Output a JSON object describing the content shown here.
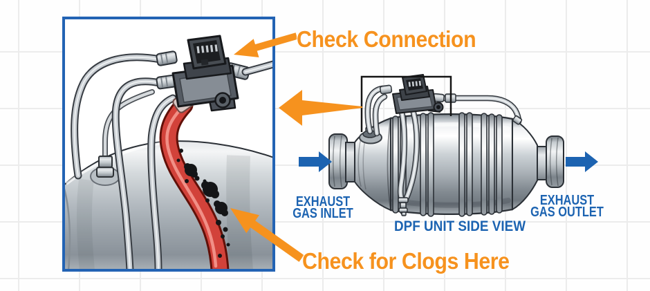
{
  "colors": {
    "orange": "#F6921E",
    "blue": "#1C63B1",
    "inset_border": "#2363B4",
    "grid_line": "#ECECEC",
    "background": "#FEFEFE"
  },
  "callouts": {
    "check_connection": "Check Connection",
    "check_for_clogs": "Check for Clogs Here"
  },
  "flow_labels": {
    "inlet": {
      "line1": "EXHAUST",
      "line2": "GAS INLET"
    },
    "outlet": {
      "line1": "EXHAUST",
      "line2": "GAS OUTLET"
    }
  },
  "caption": {
    "dpf_unit_side_view": "DPF UNIT SIDE VIEW"
  },
  "icons": {
    "inlet_flow_arrow": "right-arrow",
    "outlet_flow_arrow": "right-arrow",
    "zoom_callout_arrow": "left-arrow",
    "check_connection_pointer": "arrow-down-left",
    "clogs_pointer": "arrow-up-left"
  }
}
